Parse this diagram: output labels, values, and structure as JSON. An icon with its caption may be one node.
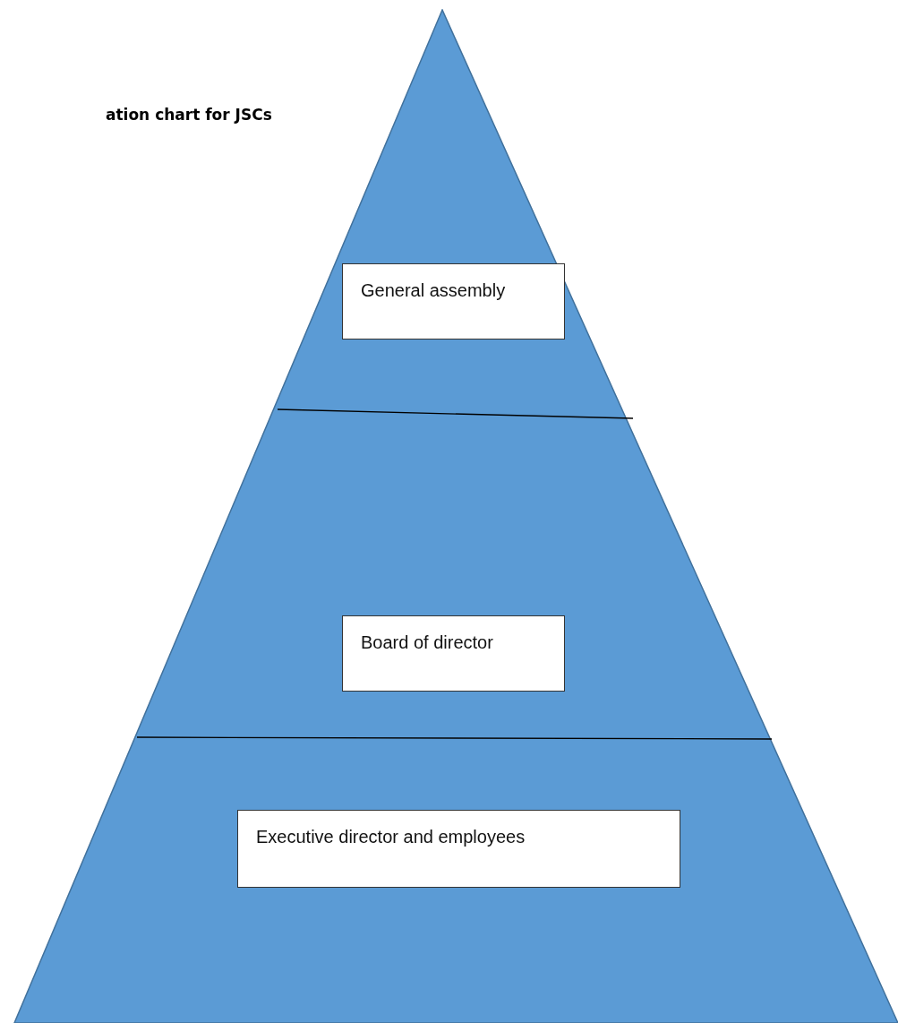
{
  "diagram": {
    "title": "ation chart for JSCs",
    "nodes": [
      {
        "text": [],
        "shape": "triangle"
      },
      {
        "text": [
          "General assembly"
        ],
        "in": 0
      },
      {
        "text": [
          "Board of director"
        ],
        "in": 0
      },
      {
        "text": [
          "Executive director and employees"
        ],
        "in": 0
      }
    ]
  }
}
